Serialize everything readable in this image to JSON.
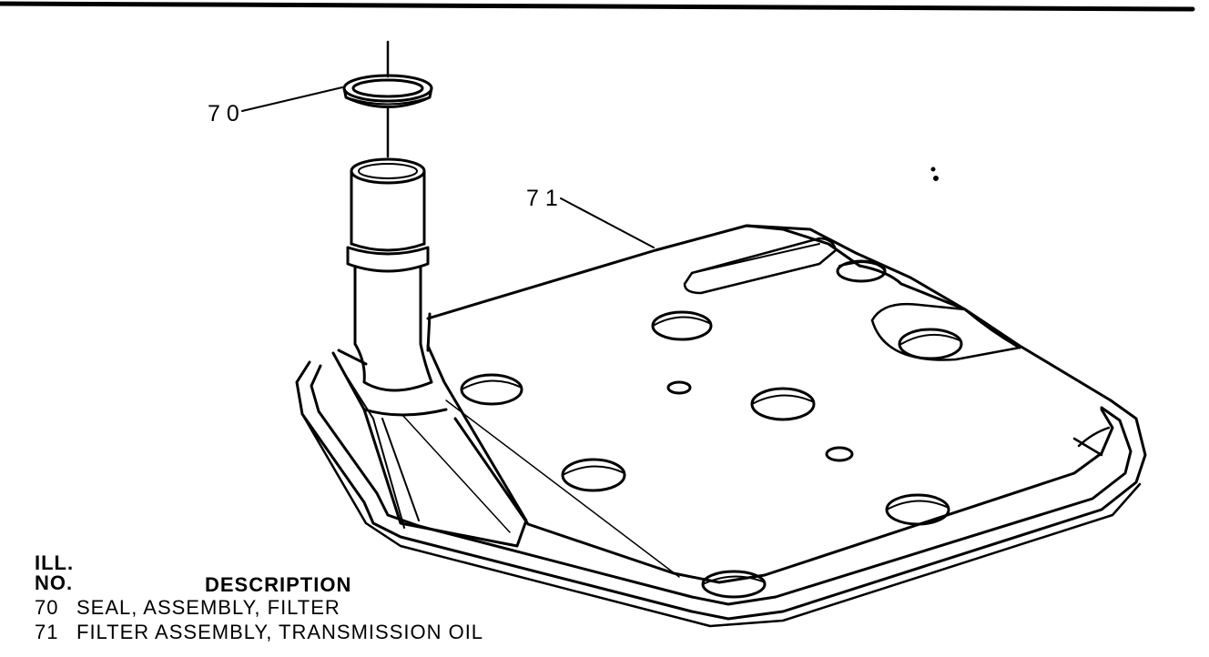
{
  "callouts": [
    {
      "no": "70"
    },
    {
      "no": "71"
    }
  ],
  "legend": {
    "header_ill": "ILL.",
    "header_no": "NO.",
    "header_description": "DESCRIPTION",
    "items": [
      {
        "no": "70",
        "description": "SEAL, ASSEMBLY, FILTER"
      },
      {
        "no": "71",
        "description": "FILTER ASSEMBLY, TRANSMISSION OIL"
      }
    ]
  }
}
